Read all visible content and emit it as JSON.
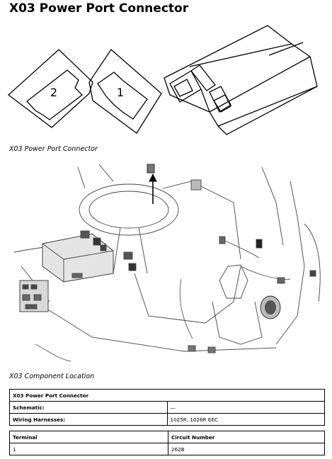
{
  "title": "X03 Power Port Connector",
  "connector_figure": {
    "cavity_labels": [
      "2",
      "1"
    ],
    "caption": "X03 Power Port Connector"
  },
  "location_figure": {
    "caption": "X03 Component Location"
  },
  "info_table": {
    "header": "X03 Power Port Connector",
    "rows": [
      {
        "label": "Schematic:",
        "value": "—"
      },
      {
        "label": "Wiring Harnesses:",
        "value": "1025R, 1026R EEC"
      }
    ]
  },
  "terminal_table": {
    "columns": [
      "Terminal",
      "Circuit Number"
    ],
    "rows": [
      {
        "terminal": "1",
        "circuit": "262B"
      }
    ]
  }
}
